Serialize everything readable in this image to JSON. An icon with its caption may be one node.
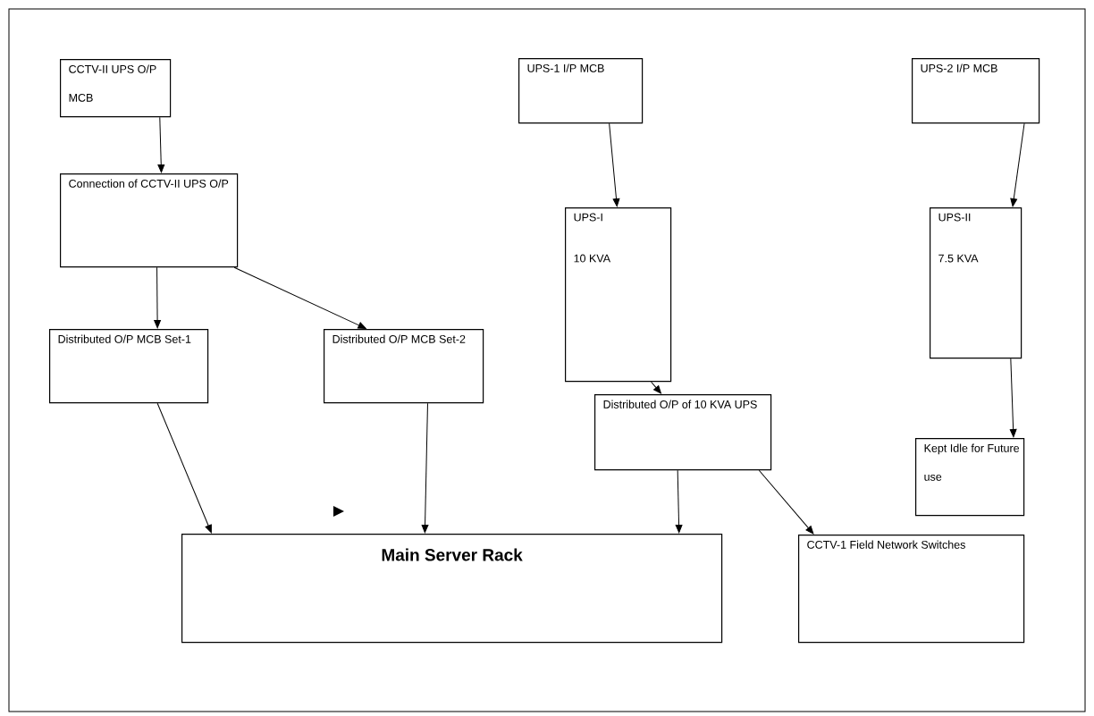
{
  "diagram": {
    "nodes": [
      {
        "text": [
          "CCTV-II UPS O/P MCB"
        ]
      },
      {
        "text": [
          "UPS-1 I/P MCB"
        ]
      },
      {
        "text": [
          "UPS-2 I/P MCB"
        ]
      },
      {
        "text": [
          "Connection of CCTV-II UPS O/P"
        ]
      },
      {
        "text": [
          "UPS-I",
          "10 KVA"
        ]
      },
      {
        "text": [
          "UPS-II",
          "7.5 KVA"
        ]
      },
      {
        "text": [
          "Distributed O/P MCB Set-1"
        ]
      },
      {
        "text": [
          "Distributed O/P MCB Set-2"
        ]
      },
      {
        "text": [
          "Distributed O/P of 10 KVA UPS"
        ]
      },
      {
        "text": [
          "Kept Idle for Future use"
        ]
      },
      {
        "text": [
          "Main Server Rack"
        ]
      },
      {
        "text": [
          "CCTV-1 Field Network Switches"
        ]
      }
    ],
    "edges": [
      {
        "from": 0,
        "to": 3,
        "arrow": "to"
      },
      {
        "from": 3,
        "to": 6,
        "arrow": "to"
      },
      {
        "from": 3,
        "to": 7,
        "arrow": "to"
      },
      {
        "from": 6,
        "to": 10,
        "arrow": "to"
      },
      {
        "from": 7,
        "to": 10,
        "arrow": "to"
      },
      {
        "from": 1,
        "to": 4,
        "arrow": "to"
      },
      {
        "from": 4,
        "to": 8,
        "arrow": "to"
      },
      {
        "from": 8,
        "to": 10,
        "arrow": "to"
      },
      {
        "from": 8,
        "to": 11,
        "arrow": "to"
      },
      {
        "from": 2,
        "to": 5,
        "arrow": "to"
      },
      {
        "from": 5,
        "to": 9,
        "arrow": "to"
      }
    ]
  }
}
